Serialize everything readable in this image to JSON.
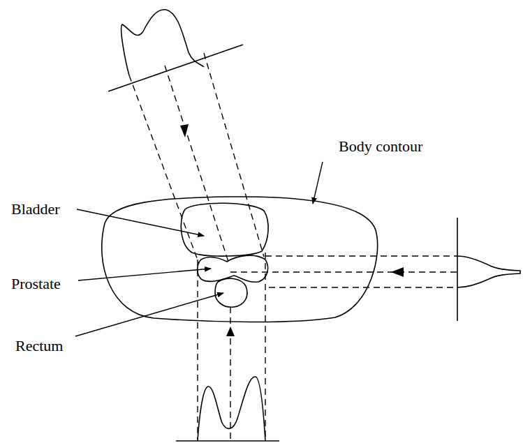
{
  "diagram": {
    "labels": [
      "Body contour",
      "Bladder",
      "Prostate",
      "Rectum"
    ]
  }
}
